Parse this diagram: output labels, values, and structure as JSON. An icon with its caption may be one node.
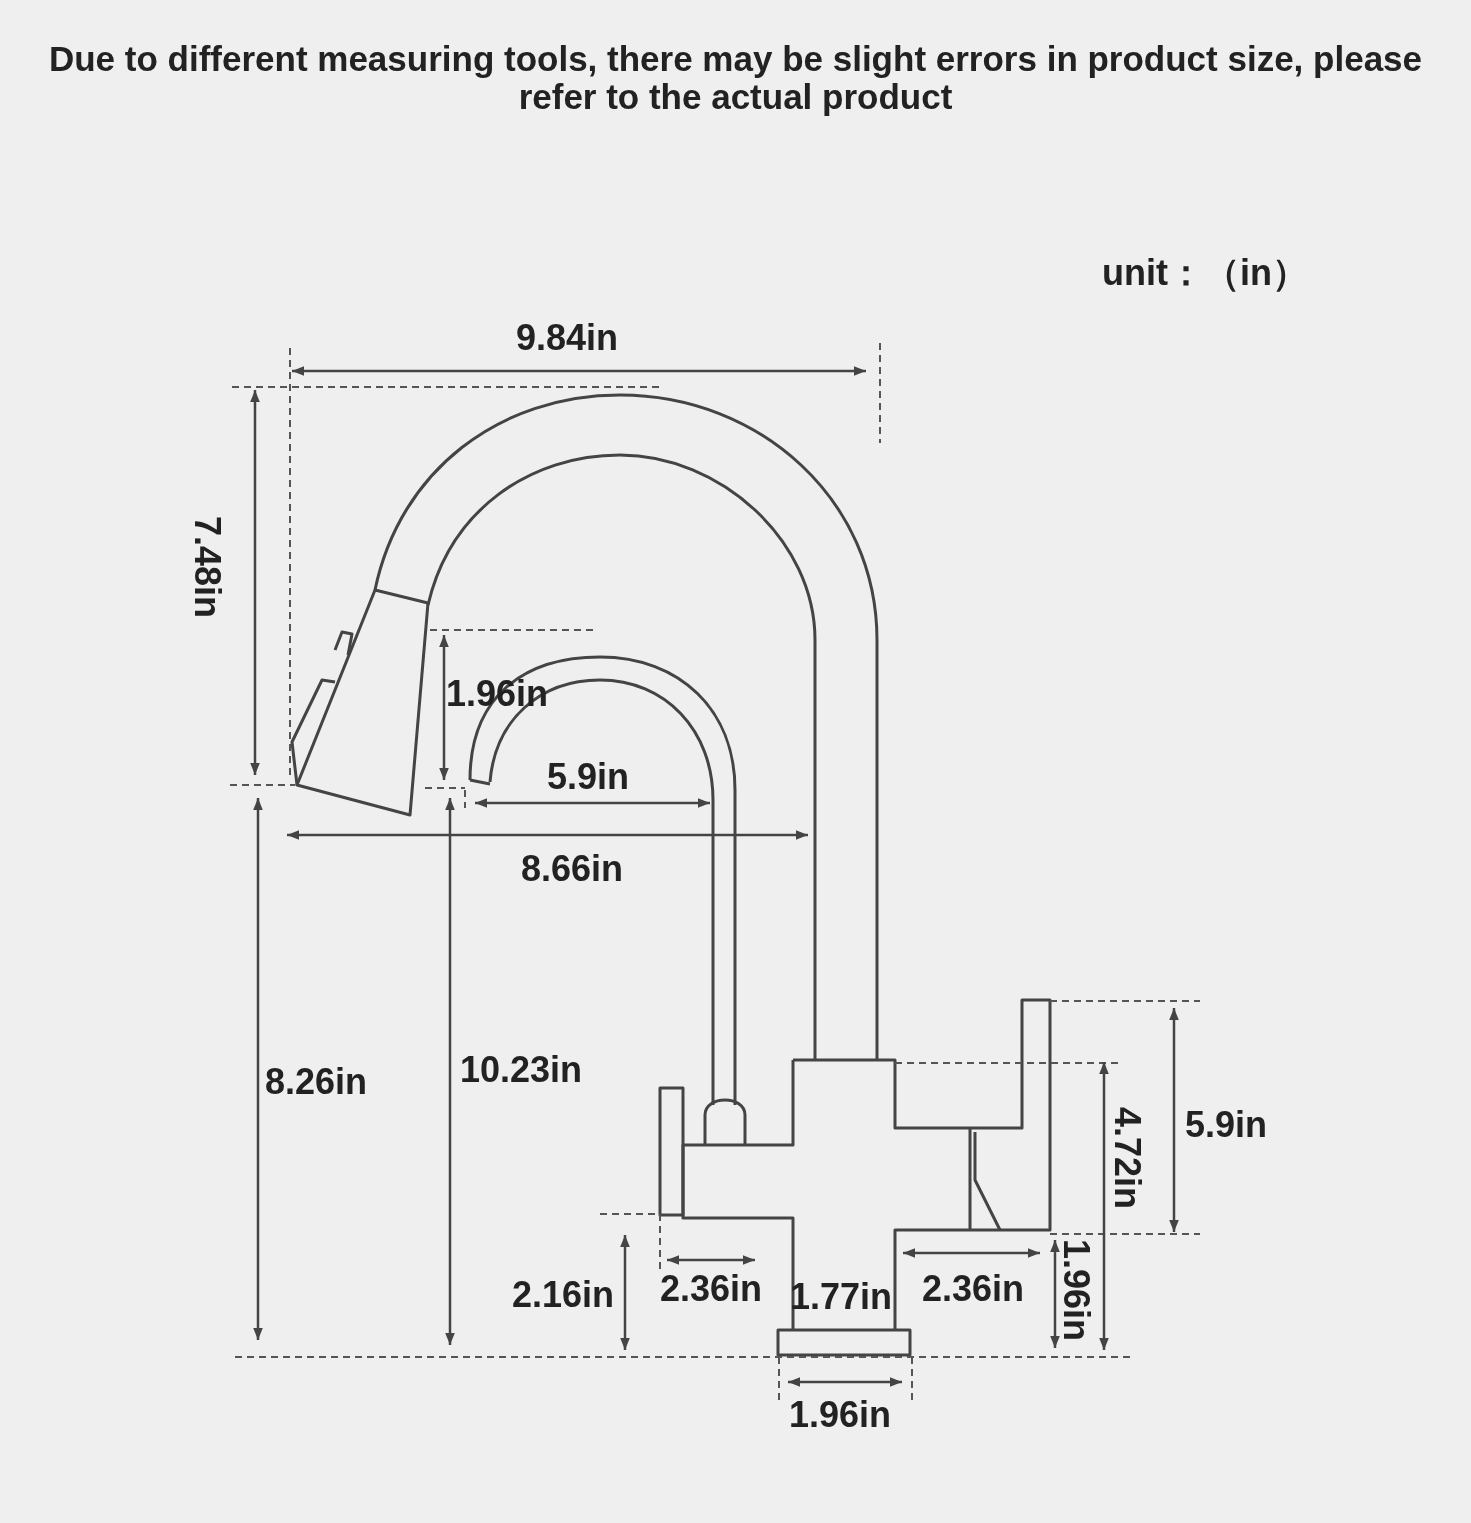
{
  "diagram": {
    "title": "Due to different measuring tools, there may be slight errors in product size, please refer to the actual product",
    "labels": [
      "unit：（in）",
      "9.84in",
      "7.48in",
      "1.96in",
      "5.9in",
      "8.66in",
      "8.26in",
      "10.23in",
      "5.9in",
      "4.72in",
      "2.16in",
      "2.36in",
      "1.77in",
      "2.36in",
      "1.96in",
      "1.96in"
    ]
  }
}
